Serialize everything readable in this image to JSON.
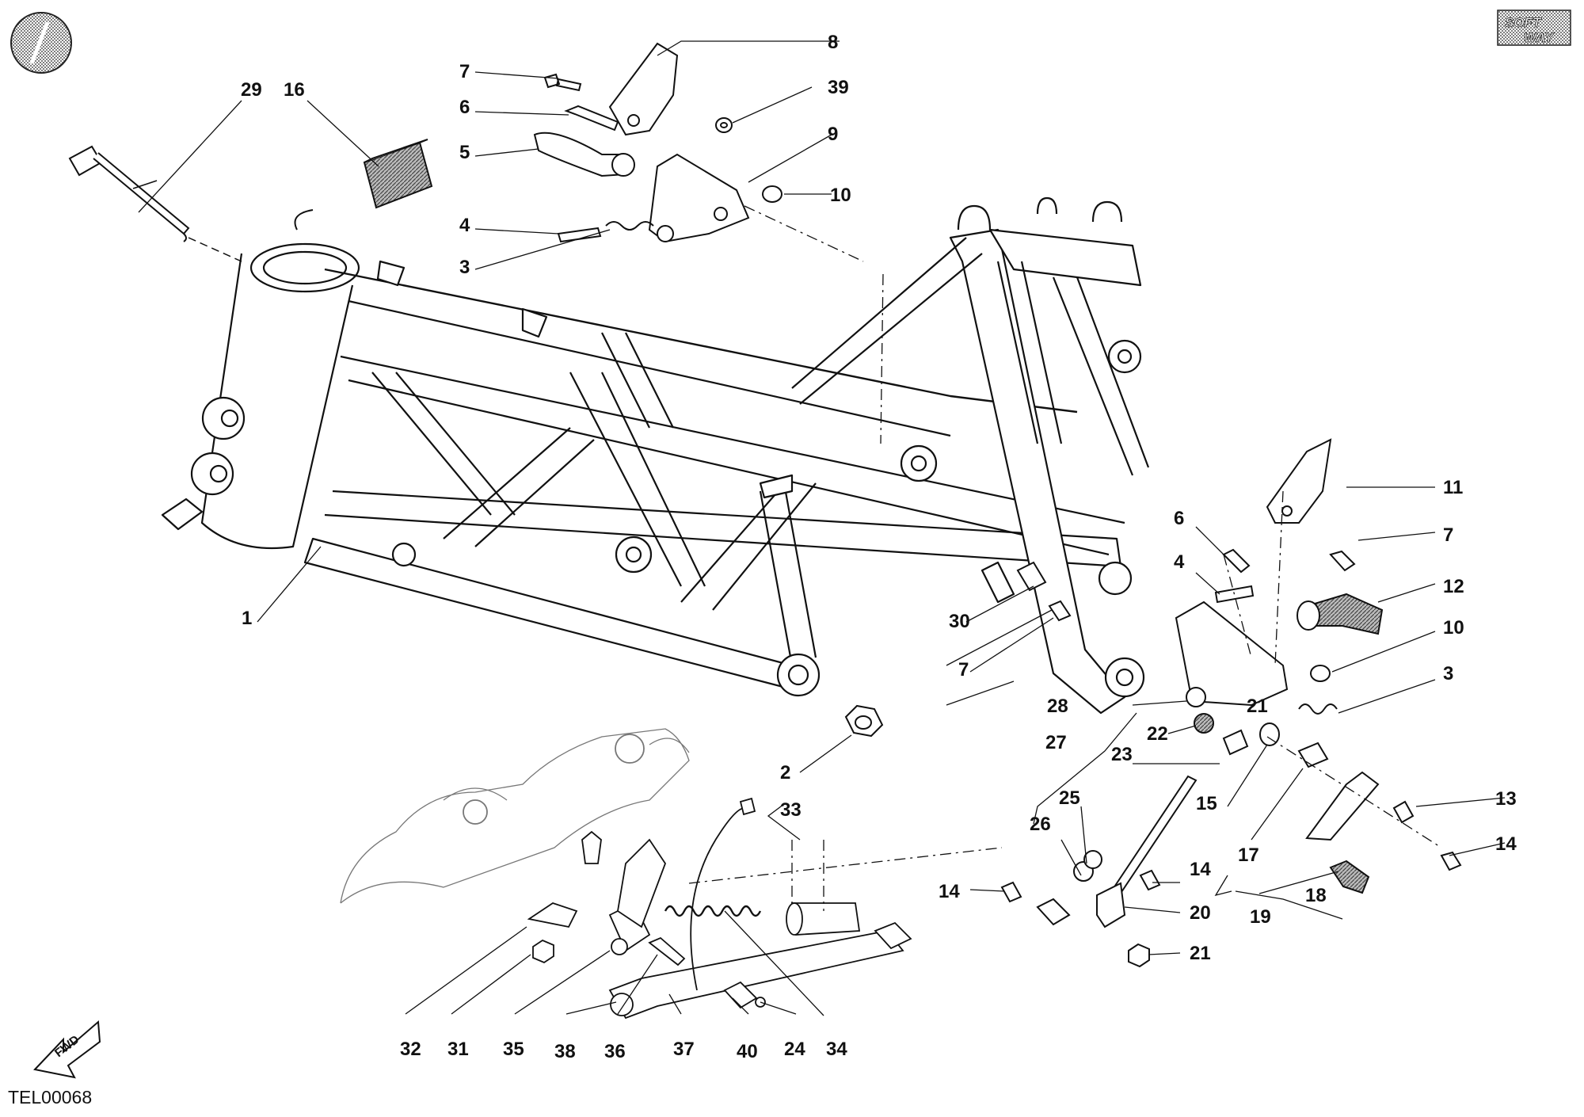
{
  "diagram": {
    "reference_code": "TEL00068",
    "logo_text": [
      "SOFT",
      "WAY"
    ],
    "direction_badge": "FWD",
    "callouts": [
      {
        "id": "c1",
        "label": "1"
      },
      {
        "id": "c2",
        "label": "2"
      },
      {
        "id": "c3a",
        "label": "3"
      },
      {
        "id": "c3b",
        "label": "3"
      },
      {
        "id": "c4a",
        "label": "4"
      },
      {
        "id": "c4b",
        "label": "4"
      },
      {
        "id": "c5",
        "label": "5"
      },
      {
        "id": "c6a",
        "label": "6"
      },
      {
        "id": "c6b",
        "label": "6"
      },
      {
        "id": "c7a",
        "label": "7"
      },
      {
        "id": "c7b",
        "label": "7"
      },
      {
        "id": "c7c",
        "label": "7"
      },
      {
        "id": "c8",
        "label": "8"
      },
      {
        "id": "c9",
        "label": "9"
      },
      {
        "id": "c10a",
        "label": "10"
      },
      {
        "id": "c10b",
        "label": "10"
      },
      {
        "id": "c11",
        "label": "11"
      },
      {
        "id": "c12",
        "label": "12"
      },
      {
        "id": "c13",
        "label": "13"
      },
      {
        "id": "c14a",
        "label": "14"
      },
      {
        "id": "c14b",
        "label": "14"
      },
      {
        "id": "c14c",
        "label": "14"
      },
      {
        "id": "c15",
        "label": "15"
      },
      {
        "id": "c16",
        "label": "16"
      },
      {
        "id": "c17",
        "label": "17"
      },
      {
        "id": "c18",
        "label": "18"
      },
      {
        "id": "c19",
        "label": "19"
      },
      {
        "id": "c20",
        "label": "20"
      },
      {
        "id": "c21a",
        "label": "21"
      },
      {
        "id": "c21b",
        "label": "21"
      },
      {
        "id": "c22",
        "label": "22"
      },
      {
        "id": "c23",
        "label": "23"
      },
      {
        "id": "c24",
        "label": "24"
      },
      {
        "id": "c25",
        "label": "25"
      },
      {
        "id": "c26",
        "label": "26"
      },
      {
        "id": "c27",
        "label": "27"
      },
      {
        "id": "c28",
        "label": "28"
      },
      {
        "id": "c29",
        "label": "29"
      },
      {
        "id": "c30",
        "label": "30"
      },
      {
        "id": "c31",
        "label": "31"
      },
      {
        "id": "c32",
        "label": "32"
      },
      {
        "id": "c33",
        "label": "33"
      },
      {
        "id": "c34",
        "label": "34"
      },
      {
        "id": "c35",
        "label": "35"
      },
      {
        "id": "c36",
        "label": "36"
      },
      {
        "id": "c37",
        "label": "37"
      },
      {
        "id": "c38",
        "label": "38"
      },
      {
        "id": "c39",
        "label": "39"
      },
      {
        "id": "c40",
        "label": "40"
      }
    ]
  },
  "colors": {
    "ink": "#111111",
    "hatch": "#8a8a8a",
    "background": "#ffffff"
  }
}
